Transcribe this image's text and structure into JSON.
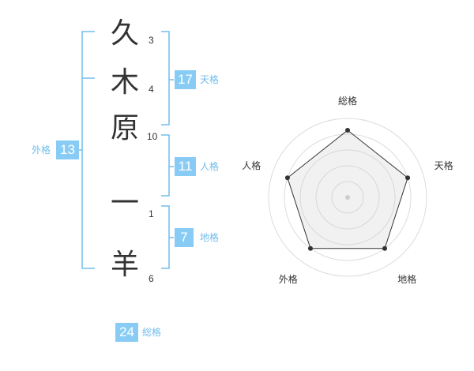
{
  "name": {
    "characters": [
      {
        "char": "久",
        "strokes": "3"
      },
      {
        "char": "木",
        "strokes": "4"
      },
      {
        "char": "原",
        "strokes": "10"
      },
      {
        "char": "一",
        "strokes": "1"
      },
      {
        "char": "羊",
        "strokes": "6"
      }
    ]
  },
  "fortune": {
    "tenkaku": {
      "value": "17",
      "label": "天格"
    },
    "jinkaku": {
      "value": "11",
      "label": "人格"
    },
    "chikaku": {
      "value": "7",
      "label": "地格"
    },
    "gaikaku": {
      "value": "13",
      "label": "外格"
    },
    "soukaku": {
      "value": "24",
      "label": "総格"
    }
  },
  "chart_data": {
    "type": "radar",
    "axes": [
      "総格",
      "天格",
      "地格",
      "外格",
      "人格"
    ],
    "values": [
      0.85,
      0.8,
      0.8,
      0.8,
      0.8
    ],
    "rings": 5,
    "grid": true
  },
  "colors": {
    "accent": "#88ccf5",
    "accent_text": "#71bdec",
    "text": "#333333"
  }
}
